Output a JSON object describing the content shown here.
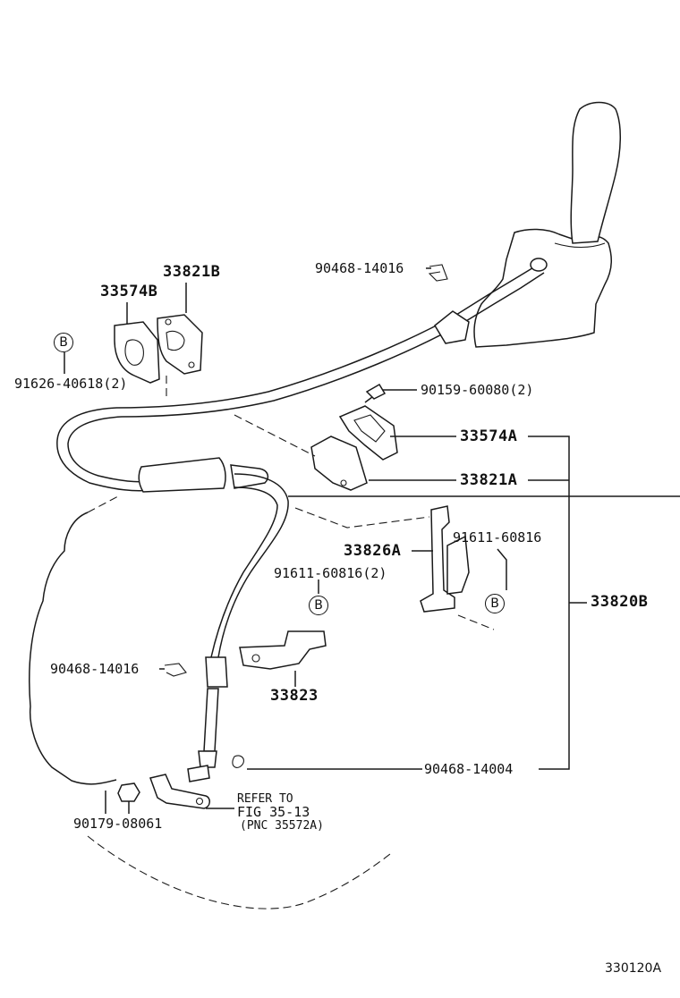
{
  "figure_code": "330120A",
  "circle_marker": "B",
  "labels": {
    "p_90468_14016_top": "90468-14016",
    "p_33821B": "33821B",
    "p_33574B": "33574B",
    "p_91626_40618": "91626-40618(2)",
    "p_90159_60080": "90159-60080(2)",
    "p_33574A": "33574A",
    "p_33821A": "33821A",
    "p_33826A": "33826A",
    "p_91611_60816_right": "91611-60816",
    "p_91611_60816_2": "91611-60816(2)",
    "p_33820B": "33820B",
    "p_90468_14016_left": "90468-14016",
    "p_33823": "33823",
    "p_90468_14004": "90468-14004",
    "p_90179_08061": "90179-08061",
    "refer_line1": "REFER TO",
    "refer_line2": "FIG 35-13",
    "refer_line3": "(PNC 35572A)"
  }
}
